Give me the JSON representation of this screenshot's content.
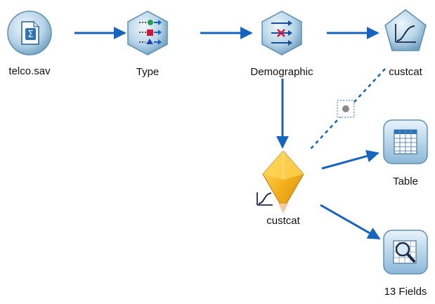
{
  "canvas": {
    "background": "#ffffff",
    "link_color": "#1565c0",
    "dashed_link_color": "#1565c0"
  },
  "nodes": {
    "source": {
      "label": "telco.sav",
      "icon": "statistics-file-source-icon"
    },
    "type": {
      "label": "Type",
      "icon": "type-icon"
    },
    "filter": {
      "label": "Demographic",
      "icon": "filter-icon"
    },
    "model_top": {
      "label": "custcat",
      "icon": "logistic-model-icon"
    },
    "model_nugget": {
      "label": "custcat",
      "icon": "model-nugget-icon"
    },
    "table": {
      "label": "Table",
      "icon": "table-icon"
    },
    "analysis": {
      "label": "13 Fields",
      "icon": "data-audit-icon"
    }
  },
  "links": [
    {
      "from": "source",
      "to": "type",
      "style": "solid"
    },
    {
      "from": "type",
      "to": "filter",
      "style": "solid"
    },
    {
      "from": "filter",
      "to": "model_top",
      "style": "solid"
    },
    {
      "from": "filter",
      "to": "model_nugget",
      "style": "solid"
    },
    {
      "from": "model_top",
      "to": "model_nugget",
      "style": "dashed"
    },
    {
      "from": "model_nugget",
      "to": "table",
      "style": "solid"
    },
    {
      "from": "model_nugget",
      "to": "analysis",
      "style": "solid"
    }
  ]
}
